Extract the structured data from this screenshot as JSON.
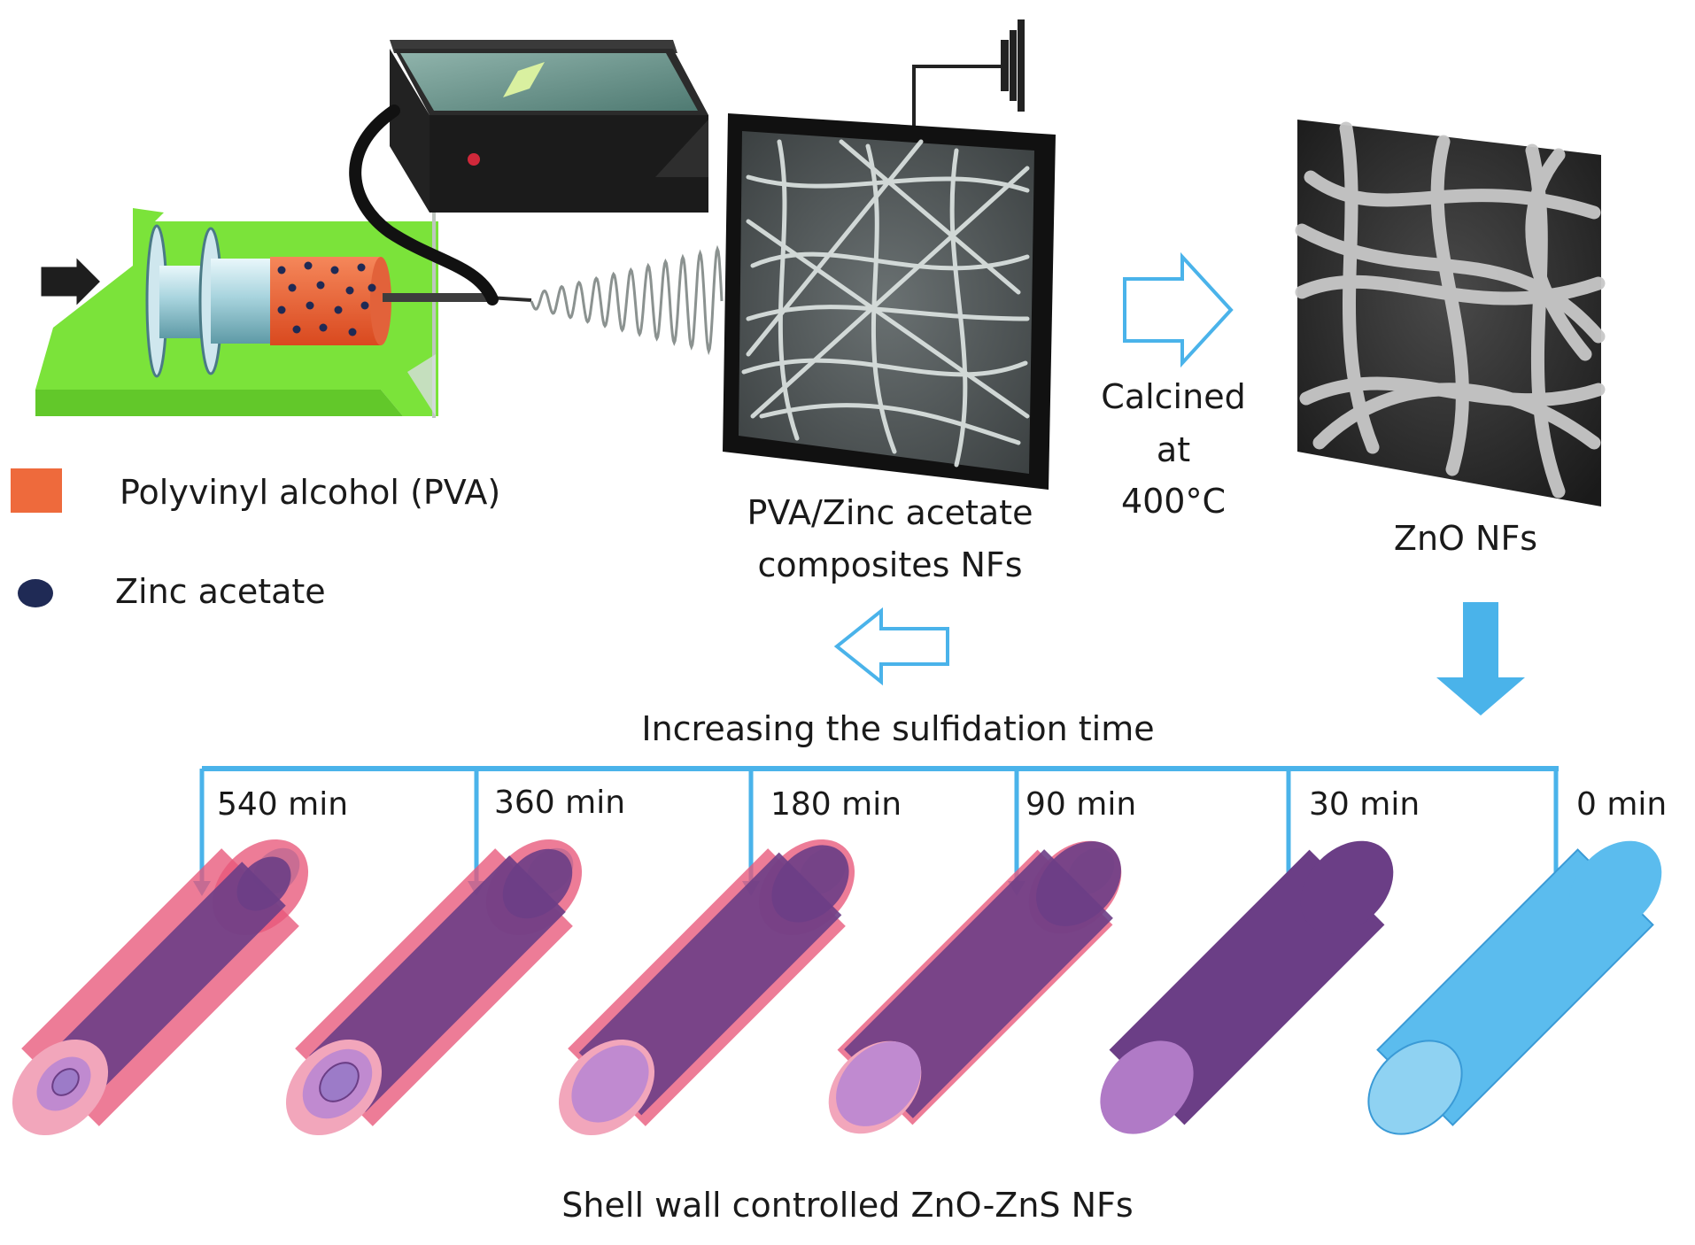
{
  "legend": {
    "pva_label": "Polyvinyl alcohol (PVA)",
    "zinc_label": "Zinc acetate",
    "pva_color": "#ee6a3c",
    "zinc_color": "#1f2a55"
  },
  "labels": {
    "composite_line1": "PVA/Zinc acetate",
    "composite_line2": "composites  NFs",
    "calcined_line1": "Calcined",
    "calcined_line2": "at",
    "calcined_line3": "400°C",
    "zno": "ZnO NFs",
    "increasing": "Increasing the sulfidation time",
    "bottom_caption": "Shell wall controlled ZnO-ZnS NFs"
  },
  "times": [
    "540 min",
    "360 min",
    "180 min",
    "90 min",
    "30 min",
    "0 min"
  ],
  "colors": {
    "arrow_blue": "#4ab3ea",
    "zno_core": "#5bbcee",
    "zns_shell": "#e8577a",
    "mixed_core": "#6b3e86",
    "base_green": "#7be33a",
    "sem_bg": "#555b5c"
  }
}
